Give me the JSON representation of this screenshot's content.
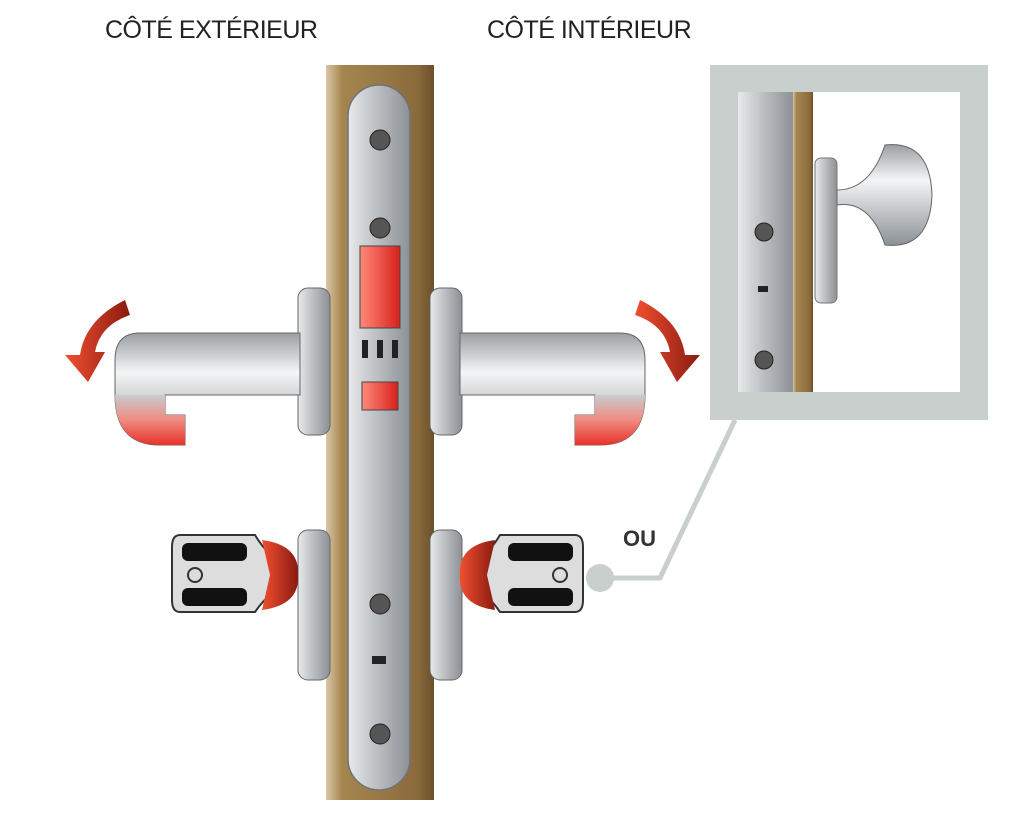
{
  "labels": {
    "exterior": "CÔTÉ EXTÉRIEUR",
    "interior": "CÔTÉ INTÉRIEUR",
    "or": "OU"
  },
  "colors": {
    "wood": "#8a6a3c",
    "plate": "#b8bcbf",
    "accent_red": "#e8322a",
    "inset_frame": "#c9cfcc"
  }
}
